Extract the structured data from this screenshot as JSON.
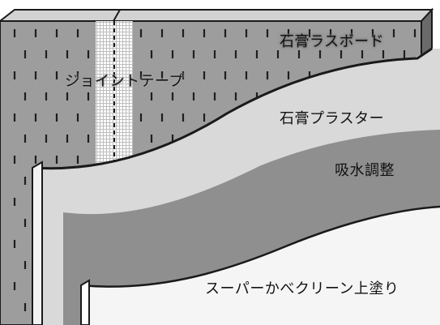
{
  "labels": {
    "lath_board": "石膏ラスボード",
    "joint_tape": "ジョイントテープ",
    "plaster": "石膏プラスター",
    "absorption": "吸水調整",
    "finish": "スーパーかべクリーン上塗り"
  },
  "colors": {
    "board": "#9d9d9d",
    "board_mark": "#1e1e1e",
    "tape": "#ffffff",
    "plaster": "#d9d9d9",
    "absorption": "#8f8f8f",
    "finish": "#f5f5f5",
    "edge": "#1a1a1a"
  }
}
